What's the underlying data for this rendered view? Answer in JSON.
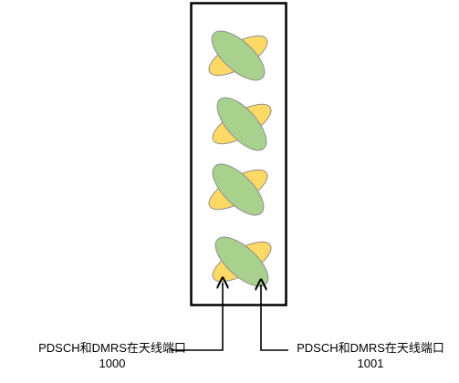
{
  "colors": {
    "frame": "#000000",
    "green_ellipse": "#A9D18E",
    "yellow_ellipse": "#FFD966",
    "ellipse_stroke": "#8E8E8E",
    "arrow": "#000000"
  },
  "antenna_elements": [
    {
      "name": "antenna-element-1"
    },
    {
      "name": "antenna-element-2"
    },
    {
      "name": "antenna-element-3"
    },
    {
      "name": "antenna-element-4"
    }
  ],
  "labels": {
    "port_1000": {
      "line1": "PDSCH和DMRS在天线端口",
      "line2": "1000"
    },
    "port_1001": {
      "line1": "PDSCH和DMRS在天线端口",
      "line2": "1001"
    }
  }
}
